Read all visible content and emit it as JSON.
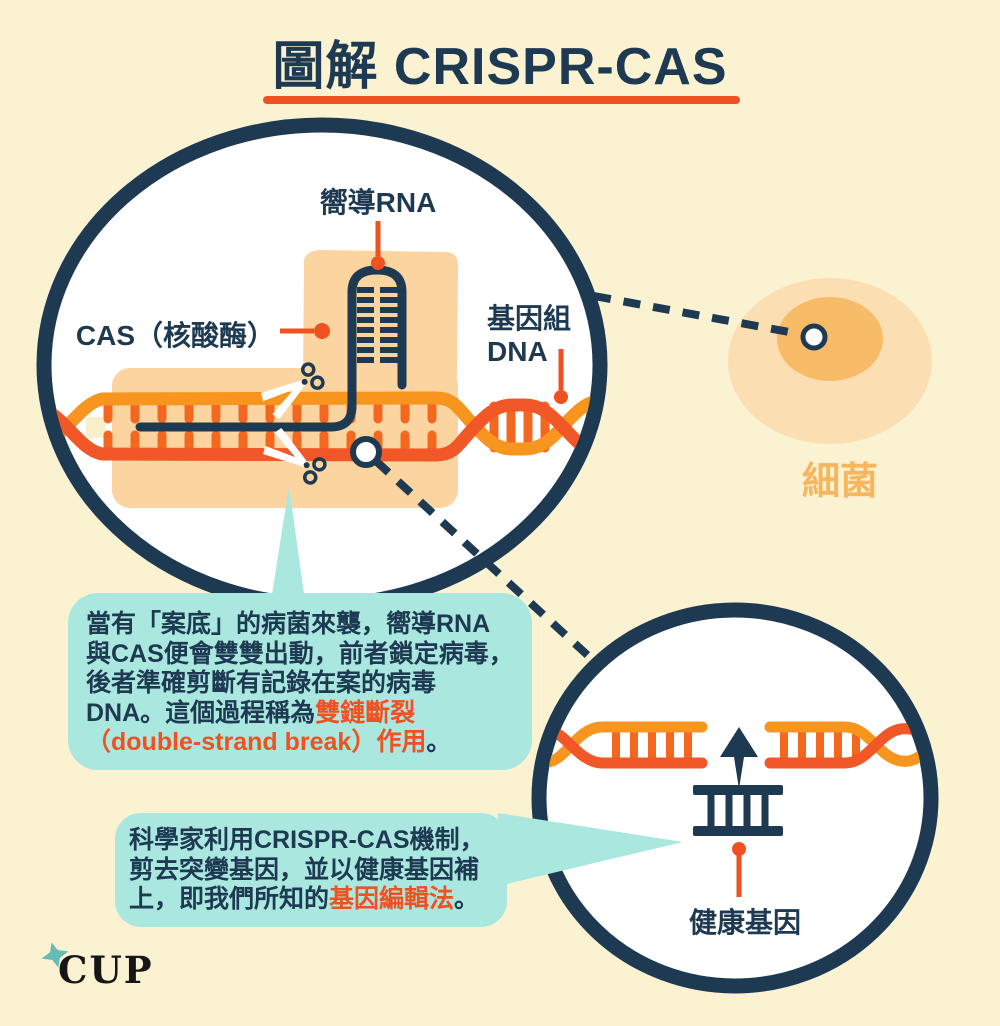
{
  "title": "圖解 CRISPR-CAS",
  "colors": {
    "background": "#FBF2D2",
    "navy": "#1E3A52",
    "accent_orange_red": "#EF5120",
    "strand_orange": "#F8951E",
    "strand_red_orange": "#F15727",
    "rung_orange": "#F4671F",
    "cas_blob": "#FBD4A0",
    "bacteria_outer": "#FBDFB2",
    "bacteria_inner": "#F8BC68",
    "bacteria_label": "#F7B55E",
    "bubble_teal": "#A9E7DF",
    "logo_star_teal": "#63BDB6"
  },
  "main_diagram": {
    "label_guide_rna": "嚮導RNA",
    "label_cas": "CAS（核酸酶）",
    "label_genomic_dna": "基因組\nDNA",
    "label_bacteria": "細菌"
  },
  "bubble1": {
    "part1": "當有「案底」的病菌來襲，嚮導RNA與CAS便會雙雙出動，前者鎖定病毒，後者準確剪斷有記錄在案的病毒DNA。這個過程稱為",
    "part2_highlight": "雙鏈斷裂（double-strand break）作用",
    "part3": "。"
  },
  "bubble2": {
    "part1": "科學家利用CRISPR-CAS機制，剪去突變基因，並以健康基因補上，即我們所知的",
    "part2_highlight": "基因編輯法",
    "part3": "。"
  },
  "small_diagram": {
    "label_healthy_gene": "健康基因"
  },
  "footer": {
    "logo_text": "CUP"
  }
}
